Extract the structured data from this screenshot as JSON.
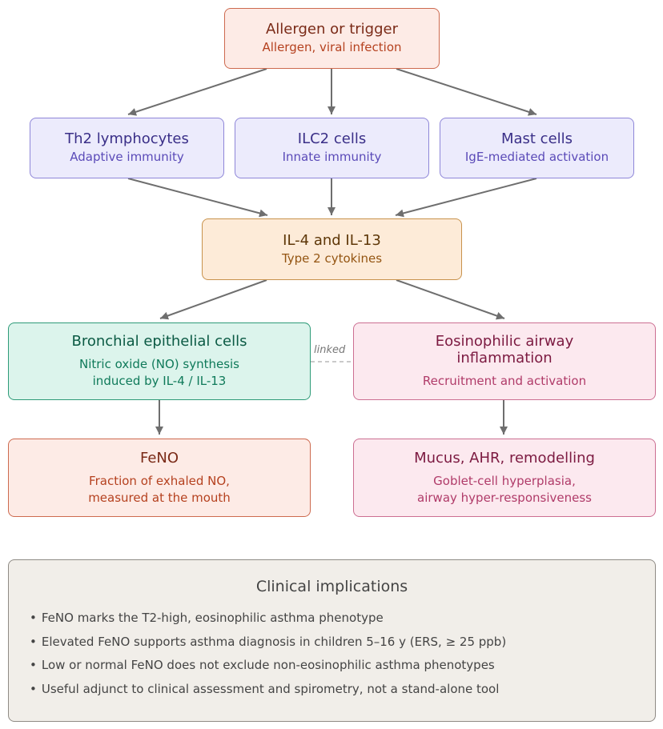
{
  "nodes": {
    "trigger": {
      "title": "Allergen or trigger",
      "subtitle": "Allergen, viral infection"
    },
    "th2": {
      "title": "Th2 lymphocytes",
      "subtitle": "Adaptive immunity"
    },
    "ilc2": {
      "title": "ILC2 cells",
      "subtitle": "Innate immunity"
    },
    "mast": {
      "title": "Mast cells",
      "subtitle": "IgE-mediated activation"
    },
    "cytokines": {
      "title": "IL-4 and IL-13",
      "subtitle": "Type 2 cytokines"
    },
    "epithelial": {
      "title": "Bronchial epithelial cells",
      "subtitle_line1": "Nitric oxide (NO) synthesis",
      "subtitle_line2": "induced by IL-4 / IL-13"
    },
    "eosinophilic": {
      "title_line1": "Eosinophilic airway",
      "title_line2": "inflammation",
      "subtitle": "Recruitment and activation"
    },
    "feno": {
      "title": "FeNO",
      "subtitle_line1": "Fraction of exhaled NO,",
      "subtitle_line2": "measured at the mouth"
    },
    "mucus": {
      "title": "Mucus, AHR, remodelling",
      "subtitle_line1": "Goblet-cell hyperplasia,",
      "subtitle_line2": "airway hyper-responsiveness"
    }
  },
  "link_label": "linked",
  "clinical": {
    "title": "Clinical implications",
    "bullets": [
      "FeNO marks the T2-high, eosinophilic asthma phenotype",
      "Elevated FeNO supports asthma diagnosis in children 5–16 y (ERS, ≥ 25 ppb)",
      "Low or normal FeNO does not exclude non-eosinophilic asthma phenotypes",
      "Useful adjunct to clinical assessment and spirometry, not a stand-alone tool"
    ]
  },
  "colors": {
    "arrow": "#6e6e6e",
    "trigger_fill": "#fdebe6",
    "immune_fill": "#ecebfc",
    "cytokine_fill": "#fdebd8",
    "epithelial_fill": "#dcf4ec",
    "inflammation_fill": "#fce9ef",
    "clinical_fill": "#f1eee9"
  }
}
